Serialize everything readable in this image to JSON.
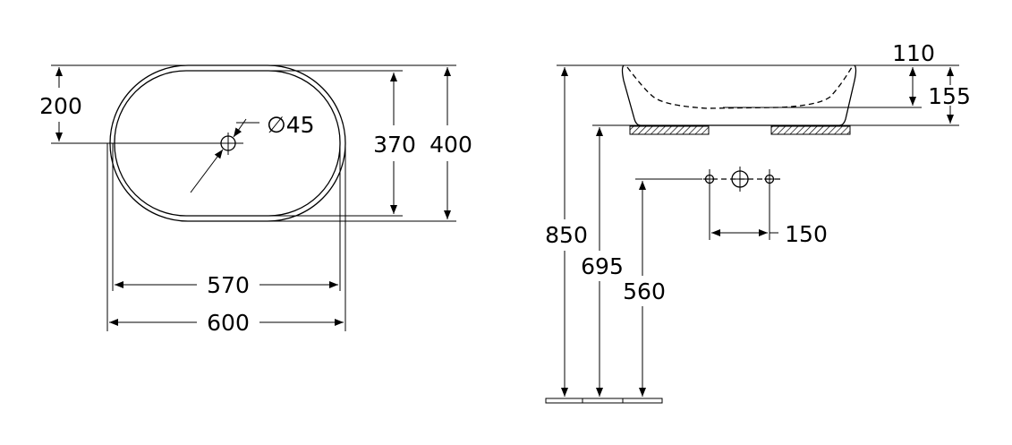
{
  "top_view": {
    "dim_drain_offset": "200",
    "dim_drain_diameter": "∅45",
    "dim_inner_depth": "370",
    "dim_outer_depth": "400",
    "dim_inner_width": "570",
    "dim_outer_width": "600"
  },
  "side_view": {
    "dim_bowl_depth": "110",
    "dim_height": "155",
    "dim_total_height": "850",
    "dim_counter_height": "695",
    "dim_tap_height": "560",
    "dim_tap_spacing": "150"
  },
  "colors": {
    "line": "#000000",
    "background": "#ffffff"
  }
}
